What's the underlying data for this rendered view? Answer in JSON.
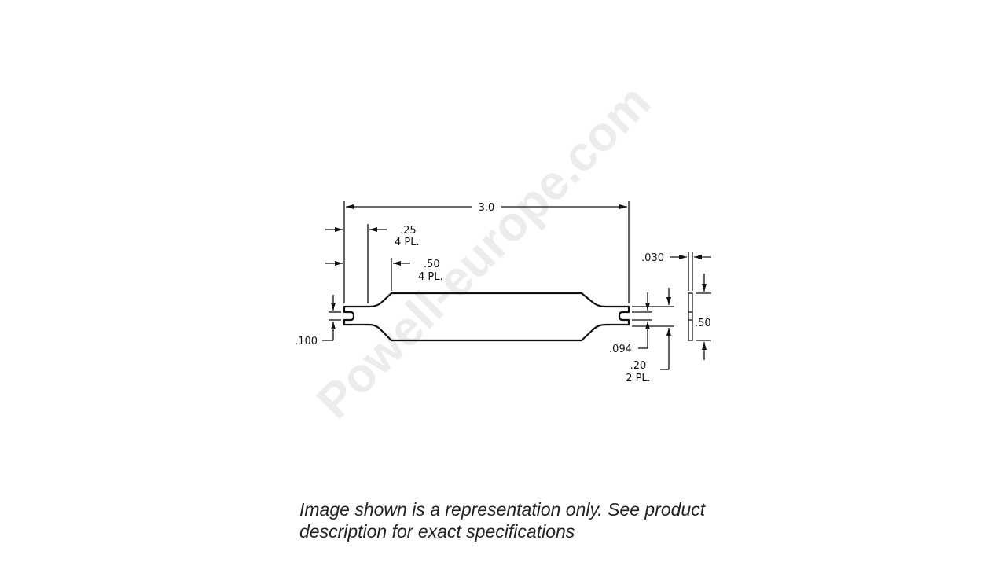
{
  "watermark": "Powell-europe.com",
  "drawing": {
    "overall_length": "3.0",
    "dim_025": ".25",
    "dim_025_qty": "4 PL.",
    "dim_050": ".50",
    "dim_050_qty": "4 PL.",
    "dim_100": ".100",
    "dim_094": ".094",
    "dim_020": ".20",
    "dim_020_qty": "2 PL.",
    "thickness": ".030",
    "width": ".50"
  },
  "caption": "Image shown is a representation only. See product description for exact specifications"
}
